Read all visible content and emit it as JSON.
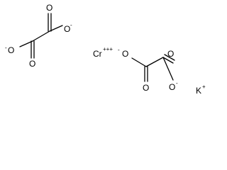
{
  "molecule": {
    "oxalate1": {
      "o_top": "O",
      "o_right": "O",
      "o_right_charge": "-",
      "o_left": "O",
      "o_left_charge": "-",
      "o_bottom": "O"
    },
    "chromium": {
      "symbol": "Cr",
      "charge": "+++"
    },
    "oxalate2": {
      "o_left": "O",
      "o_left_charge": "-",
      "o_bottom_left": "O",
      "o_top_right": "O",
      "o_bottom_right": "O",
      "o_bottom_right_charge": "-"
    },
    "potassium": {
      "symbol": "K",
      "charge": "+"
    }
  }
}
